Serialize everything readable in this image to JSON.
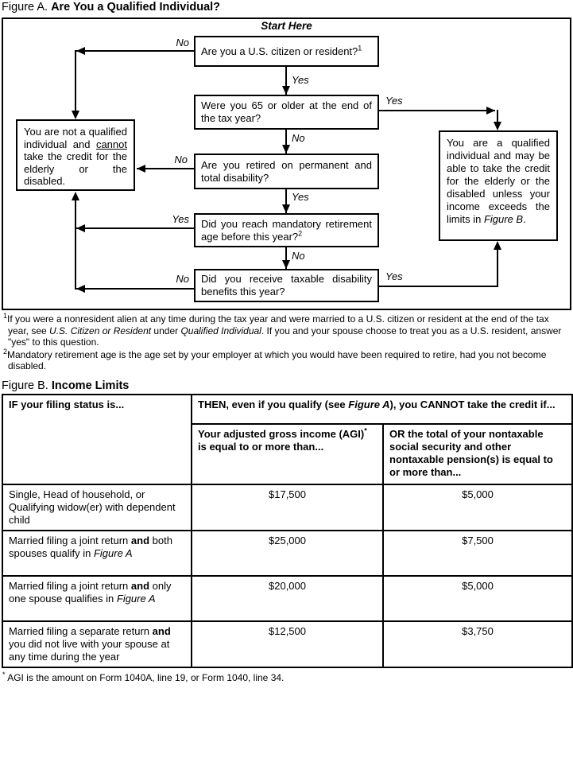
{
  "colors": {
    "ink": "#000000",
    "paper": "#ffffff"
  },
  "figure_a": {
    "label": "Figure A.",
    "title": "Are You a Qualified Individual?",
    "start_here": "Start Here",
    "q1": [
      {
        "t": "Are you a U.S. citizen or resident?"
      },
      {
        "t": "1",
        "sup": true
      }
    ],
    "q2": [
      {
        "t": "Were you 65 or older at the end of the tax year?"
      }
    ],
    "q3": [
      {
        "t": "Are you retired on permanent and total disability?"
      }
    ],
    "q4": [
      {
        "t": "Did you reach mandatory retirement age before this year?"
      },
      {
        "t": "2",
        "sup": true
      }
    ],
    "q5": [
      {
        "t": "Did you receive taxable disability benefits this year?"
      }
    ],
    "not_qualified": [
      {
        "t": "You are not a qualified individual and "
      },
      {
        "t": "cannot",
        "u": true
      },
      {
        "t": " take the credit for the elderly or the disabled."
      }
    ],
    "qualified": [
      {
        "t": "You are a qualified individual and may be able to take the credit for the elderly or the disabled unless your income exceeds the limits in "
      },
      {
        "t": "Figure B",
        "i": true
      },
      {
        "t": "."
      }
    ],
    "edges": {
      "q1_no": "No",
      "q1_yes": "Yes",
      "q2_yes": "Yes",
      "q2_no": "No",
      "q3_no": "No",
      "q3_yes": "Yes",
      "q4_yes": "Yes",
      "q4_no": "No",
      "q5_no": "No",
      "q5_yes": "Yes"
    },
    "footnote1": [
      {
        "t": "1",
        "sup": true
      },
      {
        "t": "If you were a nonresident alien at any time during the tax year and were married to a U.S. citizen or resident at the end of the tax year, see "
      },
      {
        "t": "U.S. Citizen or Resident",
        "i": true
      },
      {
        "t": " under "
      },
      {
        "t": "Qualified Individual",
        "i": true
      },
      {
        "t": ". If you and your spouse choose to treat you as a U.S. resident, answer \"yes\" to this question."
      }
    ],
    "footnote2": [
      {
        "t": "2",
        "sup": true
      },
      {
        "t": "Mandatory retirement age is the age set by your employer at which you would have been required to retire, had you not become disabled."
      }
    ]
  },
  "figure_b": {
    "label": "Figure B.",
    "title": "Income Limits",
    "col1_header": "IF your filing status is...",
    "then_header": [
      {
        "t": "THEN, even if you qualify (see "
      },
      {
        "t": "Figure A",
        "i": true
      },
      {
        "t": "), you CANNOT take the credit if..."
      }
    ],
    "agi_header": [
      {
        "t": "Your adjusted gross income (AGI)"
      },
      {
        "t": "*",
        "sup": true
      },
      {
        "t": " is equal to or more than..."
      }
    ],
    "pension_header": [
      {
        "t": "OR the total of your nontaxable social security and other nontaxable pension(s) is equal to or more than..."
      }
    ],
    "rows": [
      {
        "status": [
          {
            "t": "Single, Head of household, or Qualifying widow(er) with dependent child"
          }
        ],
        "agi": "$17,500",
        "pension": "$5,000"
      },
      {
        "status": [
          {
            "t": "Married filing a joint return "
          },
          {
            "t": "and",
            "b": true
          },
          {
            "t": " both spouses qualify in "
          },
          {
            "t": "Figure A",
            "i": true
          }
        ],
        "agi": "$25,000",
        "pension": "$7,500"
      },
      {
        "status": [
          {
            "t": "Married filing a joint return "
          },
          {
            "t": "and",
            "b": true
          },
          {
            "t": " only one spouse qualifies in "
          },
          {
            "t": "Figure A",
            "i": true
          }
        ],
        "agi": "$20,000",
        "pension": "$5,000"
      },
      {
        "status": [
          {
            "t": "Married filing a separate return "
          },
          {
            "t": "and",
            "b": true
          },
          {
            "t": " you did not live with your spouse at any time during the year"
          }
        ],
        "agi": "$12,500",
        "pension": "$3,750"
      }
    ],
    "footnote": [
      {
        "t": "*",
        "sup": true
      },
      {
        "t": " AGI is the amount on Form 1040A, line 19, or Form 1040, line 34."
      }
    ]
  }
}
